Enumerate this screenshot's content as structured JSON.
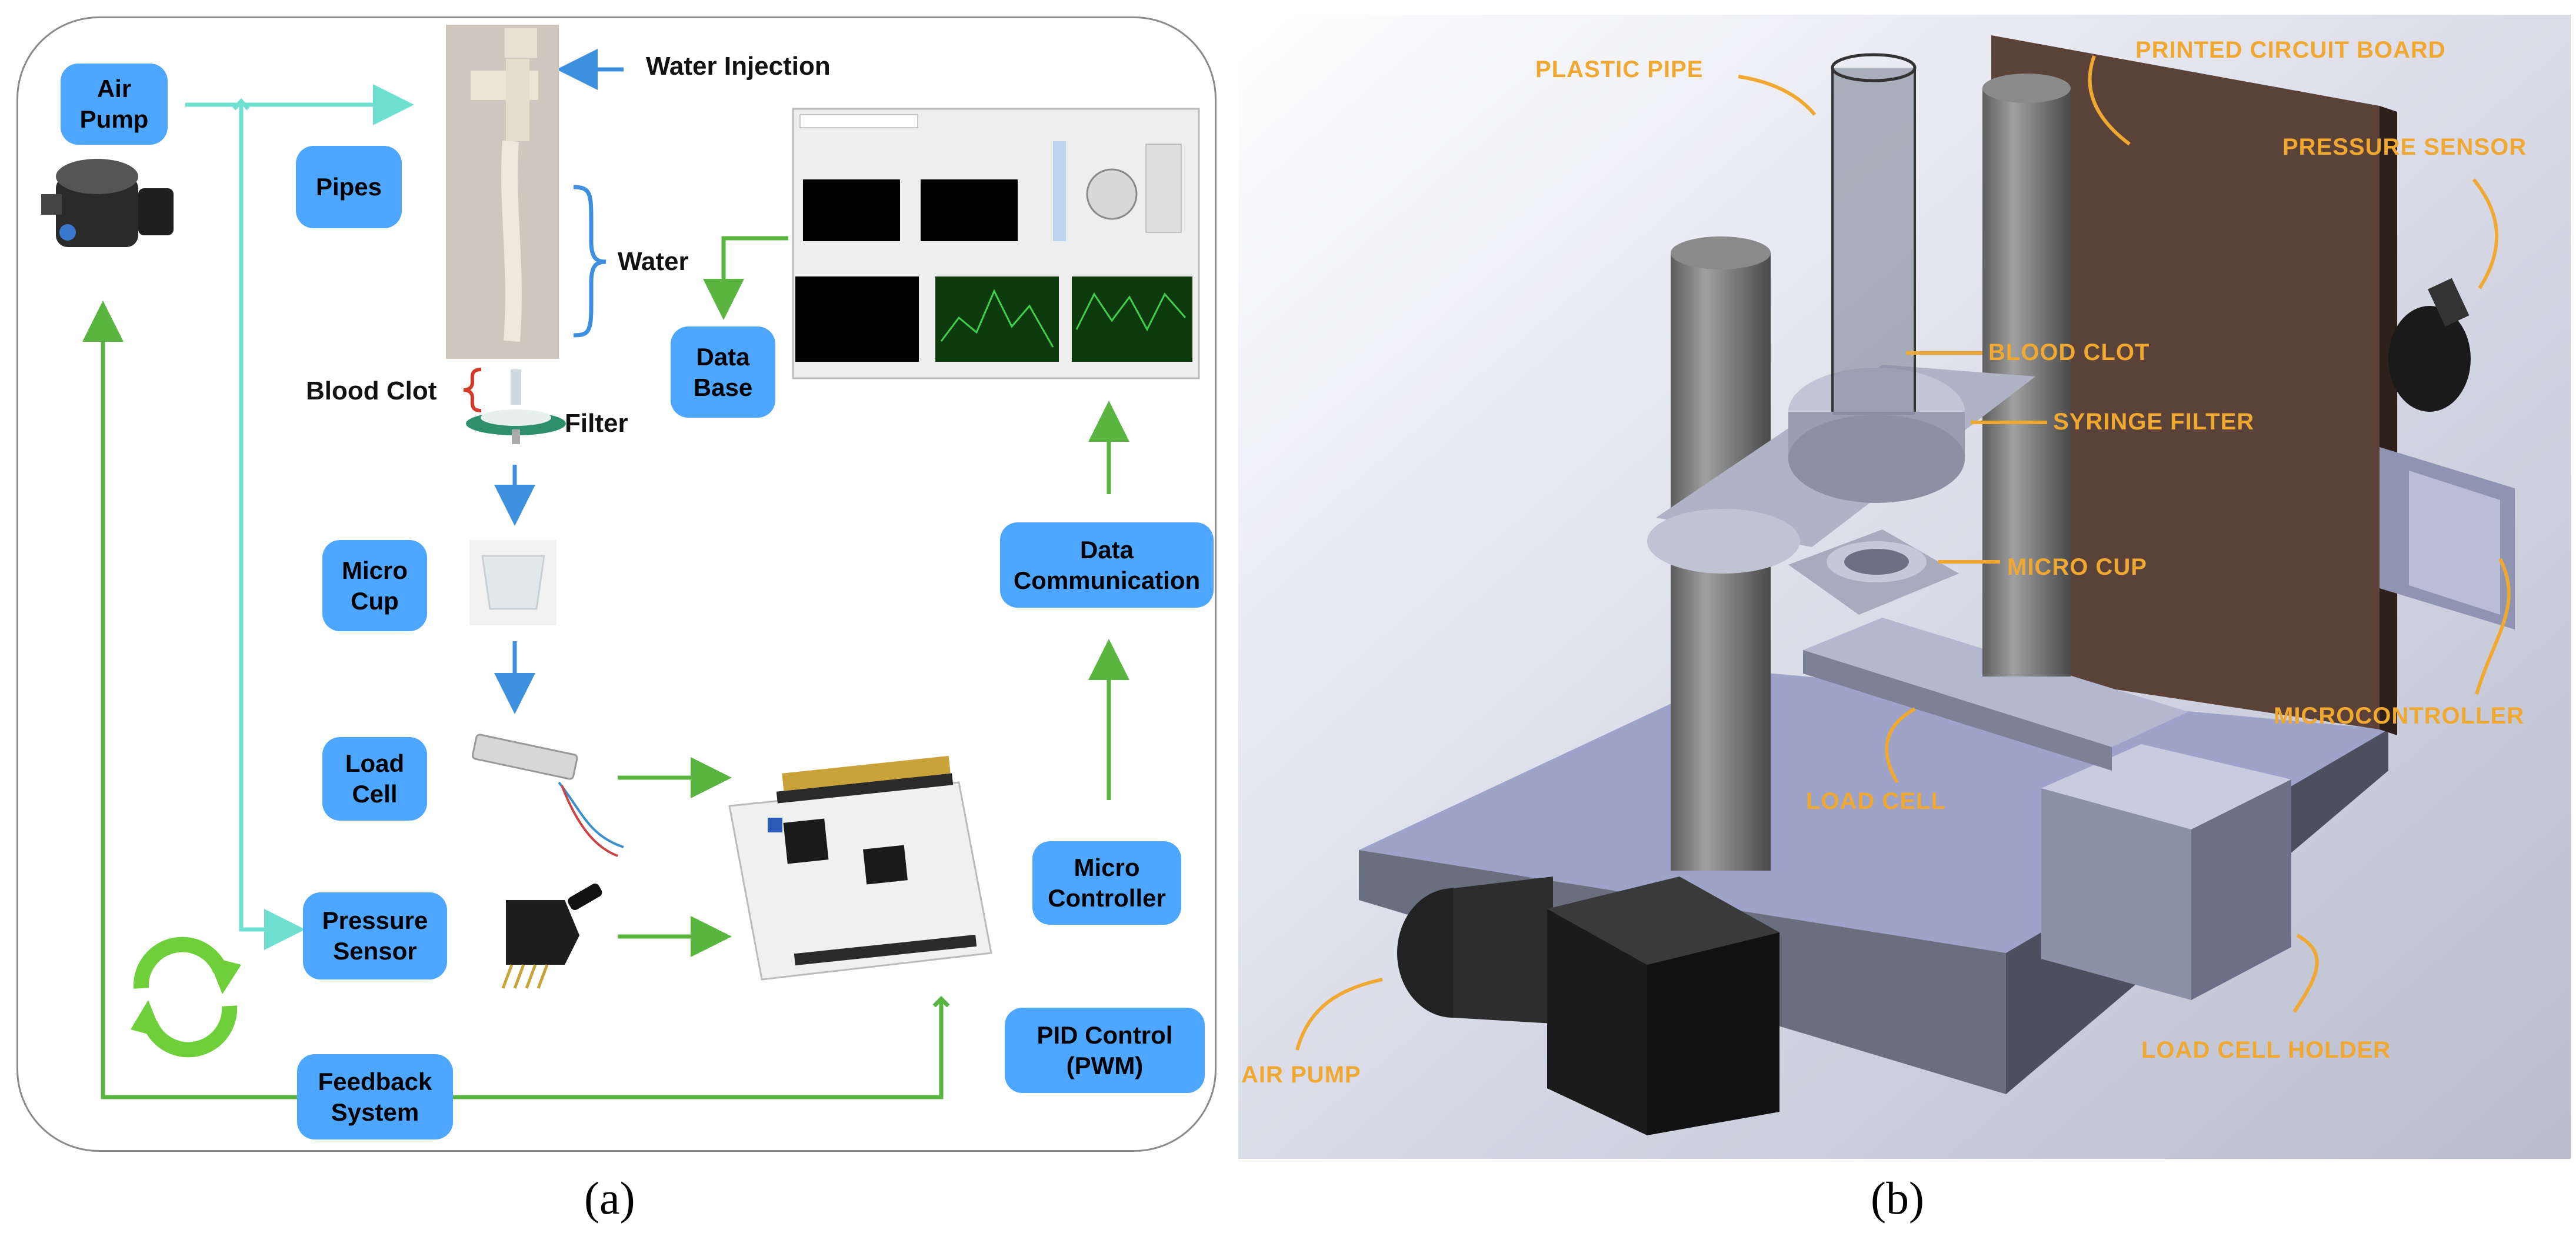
{
  "panel_a": {
    "boxes": {
      "air_pump": "Air\nPump",
      "pipes": "Pipes",
      "micro_cup": "Micro\nCup",
      "load_cell": "Load\nCell",
      "pressure_sensor": "Pressure\nSensor",
      "feedback_system": "Feedback\nSystem",
      "data_base": "Data\nBase",
      "data_communication": "Data\nCommunication",
      "micro_controller": "Micro\nController",
      "pid_control": "PID Control\n(PWM)"
    },
    "labels": {
      "water_injection": "Water Injection",
      "water": "Water",
      "blood_clot": "Blood Clot",
      "filter": "Filter"
    },
    "caption": "(a)"
  },
  "panel_b": {
    "callouts": {
      "plastic_pipe": "PLASTIC PIPE",
      "printed_circuit_board": "PRINTED CIRCUIT BOARD",
      "pressure_sensor": "PRESSURE SENSOR",
      "blood_clot": "BLOOD CLOT",
      "syringe_filter": "SYRINGE FILTER",
      "micro_cup": "MICRO CUP",
      "microcontroller": "MICROCONTROLLER",
      "load_cell": "LOAD CELL",
      "air_pump": "AIR PUMP",
      "load_cell_holder": "LOAD CELL HOLDER"
    },
    "caption": "(b)"
  },
  "colors": {
    "box_blue": "#4da6ff",
    "teal_line": "#6fe0d0",
    "green_line": "#5ab540",
    "blue_arrow": "#3d8fe0",
    "callout_orange": "#f0a830"
  }
}
